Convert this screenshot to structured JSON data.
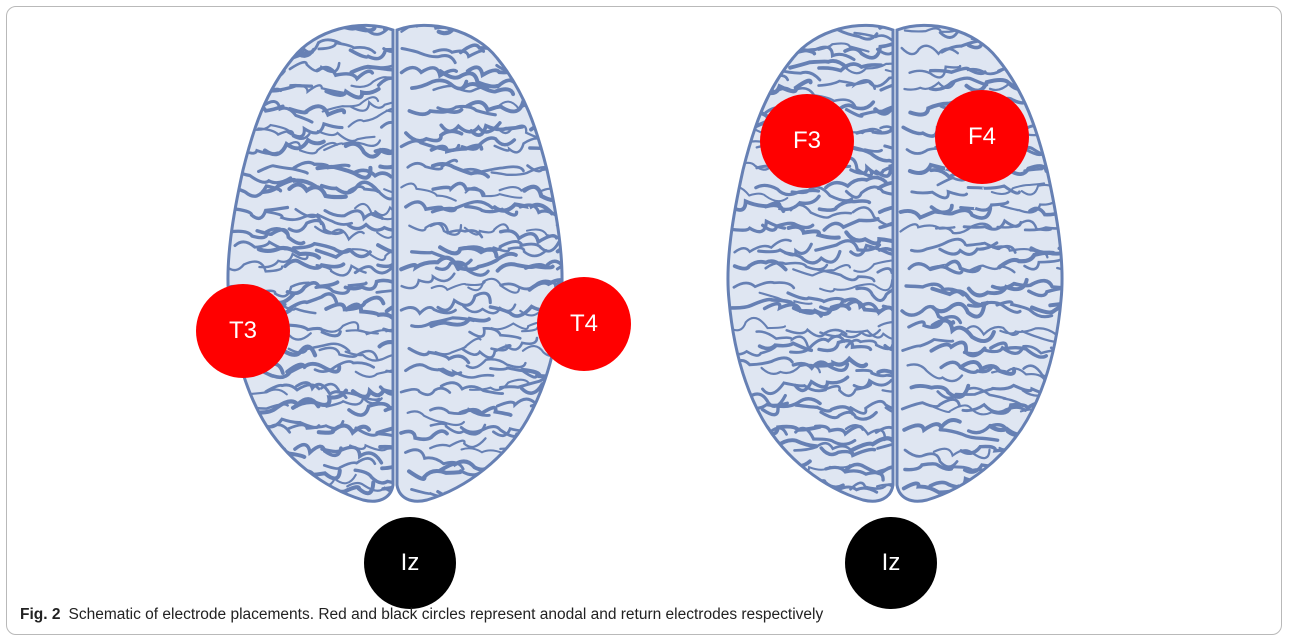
{
  "colors": {
    "anodal": "#ff0000",
    "return": "#000000",
    "brain_fill": "#dfe6f2",
    "brain_stroke": "#6680b4"
  },
  "panels": [
    {
      "electrodes": [
        {
          "label": "T3",
          "role": "anodal"
        },
        {
          "label": "T4",
          "role": "anodal"
        },
        {
          "label": "Iz",
          "role": "return"
        }
      ]
    },
    {
      "electrodes": [
        {
          "label": "F3",
          "role": "anodal"
        },
        {
          "label": "F4",
          "role": "anodal"
        },
        {
          "label": "Iz",
          "role": "return"
        }
      ]
    }
  ],
  "caption": {
    "label": "Fig. 2",
    "text": "Schematic of electrode placements. Red and black circles represent anodal and return electrodes respectively"
  }
}
